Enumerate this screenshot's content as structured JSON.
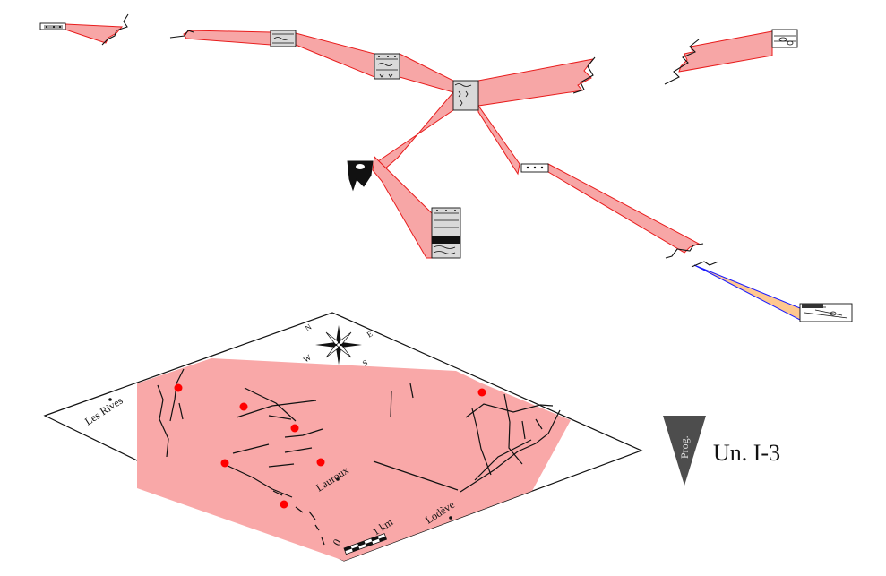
{
  "map": {
    "localities": {
      "les_rives": "Les Rives",
      "lauroux": "Lauroux",
      "lodeve": "Lodève"
    },
    "compass": {
      "north": "N",
      "east": "E",
      "south": "S",
      "west": "W"
    },
    "scale": {
      "zero": "0",
      "length": "1 km"
    }
  },
  "legend": {
    "trend_symbol": "Prog.",
    "unit": "Un. I-3"
  },
  "colors": {
    "unit_fill": "#f7a6a6",
    "unit_outline": "#e81c1c",
    "section_points": "#ff0000",
    "trend_triangle": "#4d4d4d",
    "alt_fill": "#ffc890",
    "alt_outline": "#1a1aff"
  },
  "icons": {
    "compass": "compass-rose-icon",
    "trend": "progradation-triangle-icon"
  }
}
